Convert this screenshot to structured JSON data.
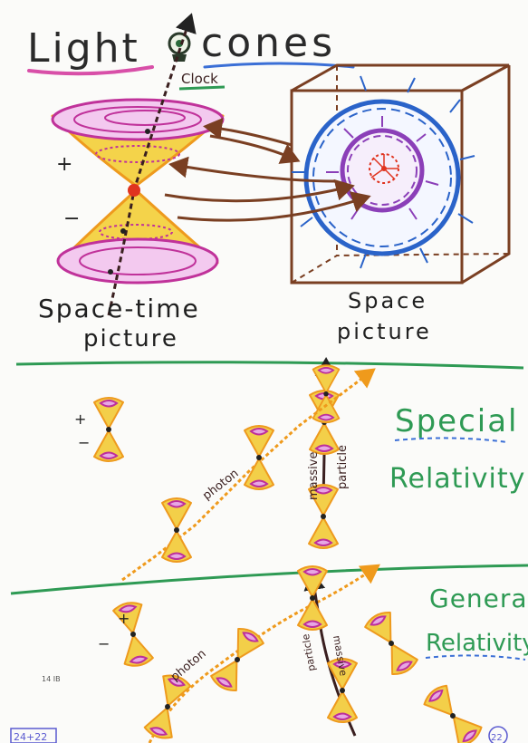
{
  "title": {
    "word1": "Light",
    "word2": "cones"
  },
  "clock_label": "Clock",
  "top": {
    "plus": "+",
    "minus": "−",
    "spacetime_caption_1": "Space-time",
    "spacetime_caption_2": "picture",
    "space_caption_1": "Space",
    "space_caption_2": "picture"
  },
  "special": {
    "title_1": "Special",
    "title_2": "Relativity",
    "plus": "+",
    "minus": "−",
    "photon_label": "photon",
    "massive_label": "massive",
    "particle_label": "particle"
  },
  "general": {
    "title_1": "General",
    "title_2": "Relativity",
    "plus": "+",
    "minus": "−",
    "photon_label": "photon",
    "particle_label": "particle",
    "massive_label": "massive"
  },
  "corner": {
    "bottom_left": "24+22",
    "bottom_right": "22",
    "small_mark": "14 IB"
  },
  "colors": {
    "magenta": "#c0329a",
    "orange": "#ef9a1c",
    "yellow": "#f6d33c",
    "blue": "#2a63c9",
    "purple": "#8b3fb8",
    "brown": "#7a3f22",
    "green": "#2e9a54",
    "red": "#e0341f"
  }
}
